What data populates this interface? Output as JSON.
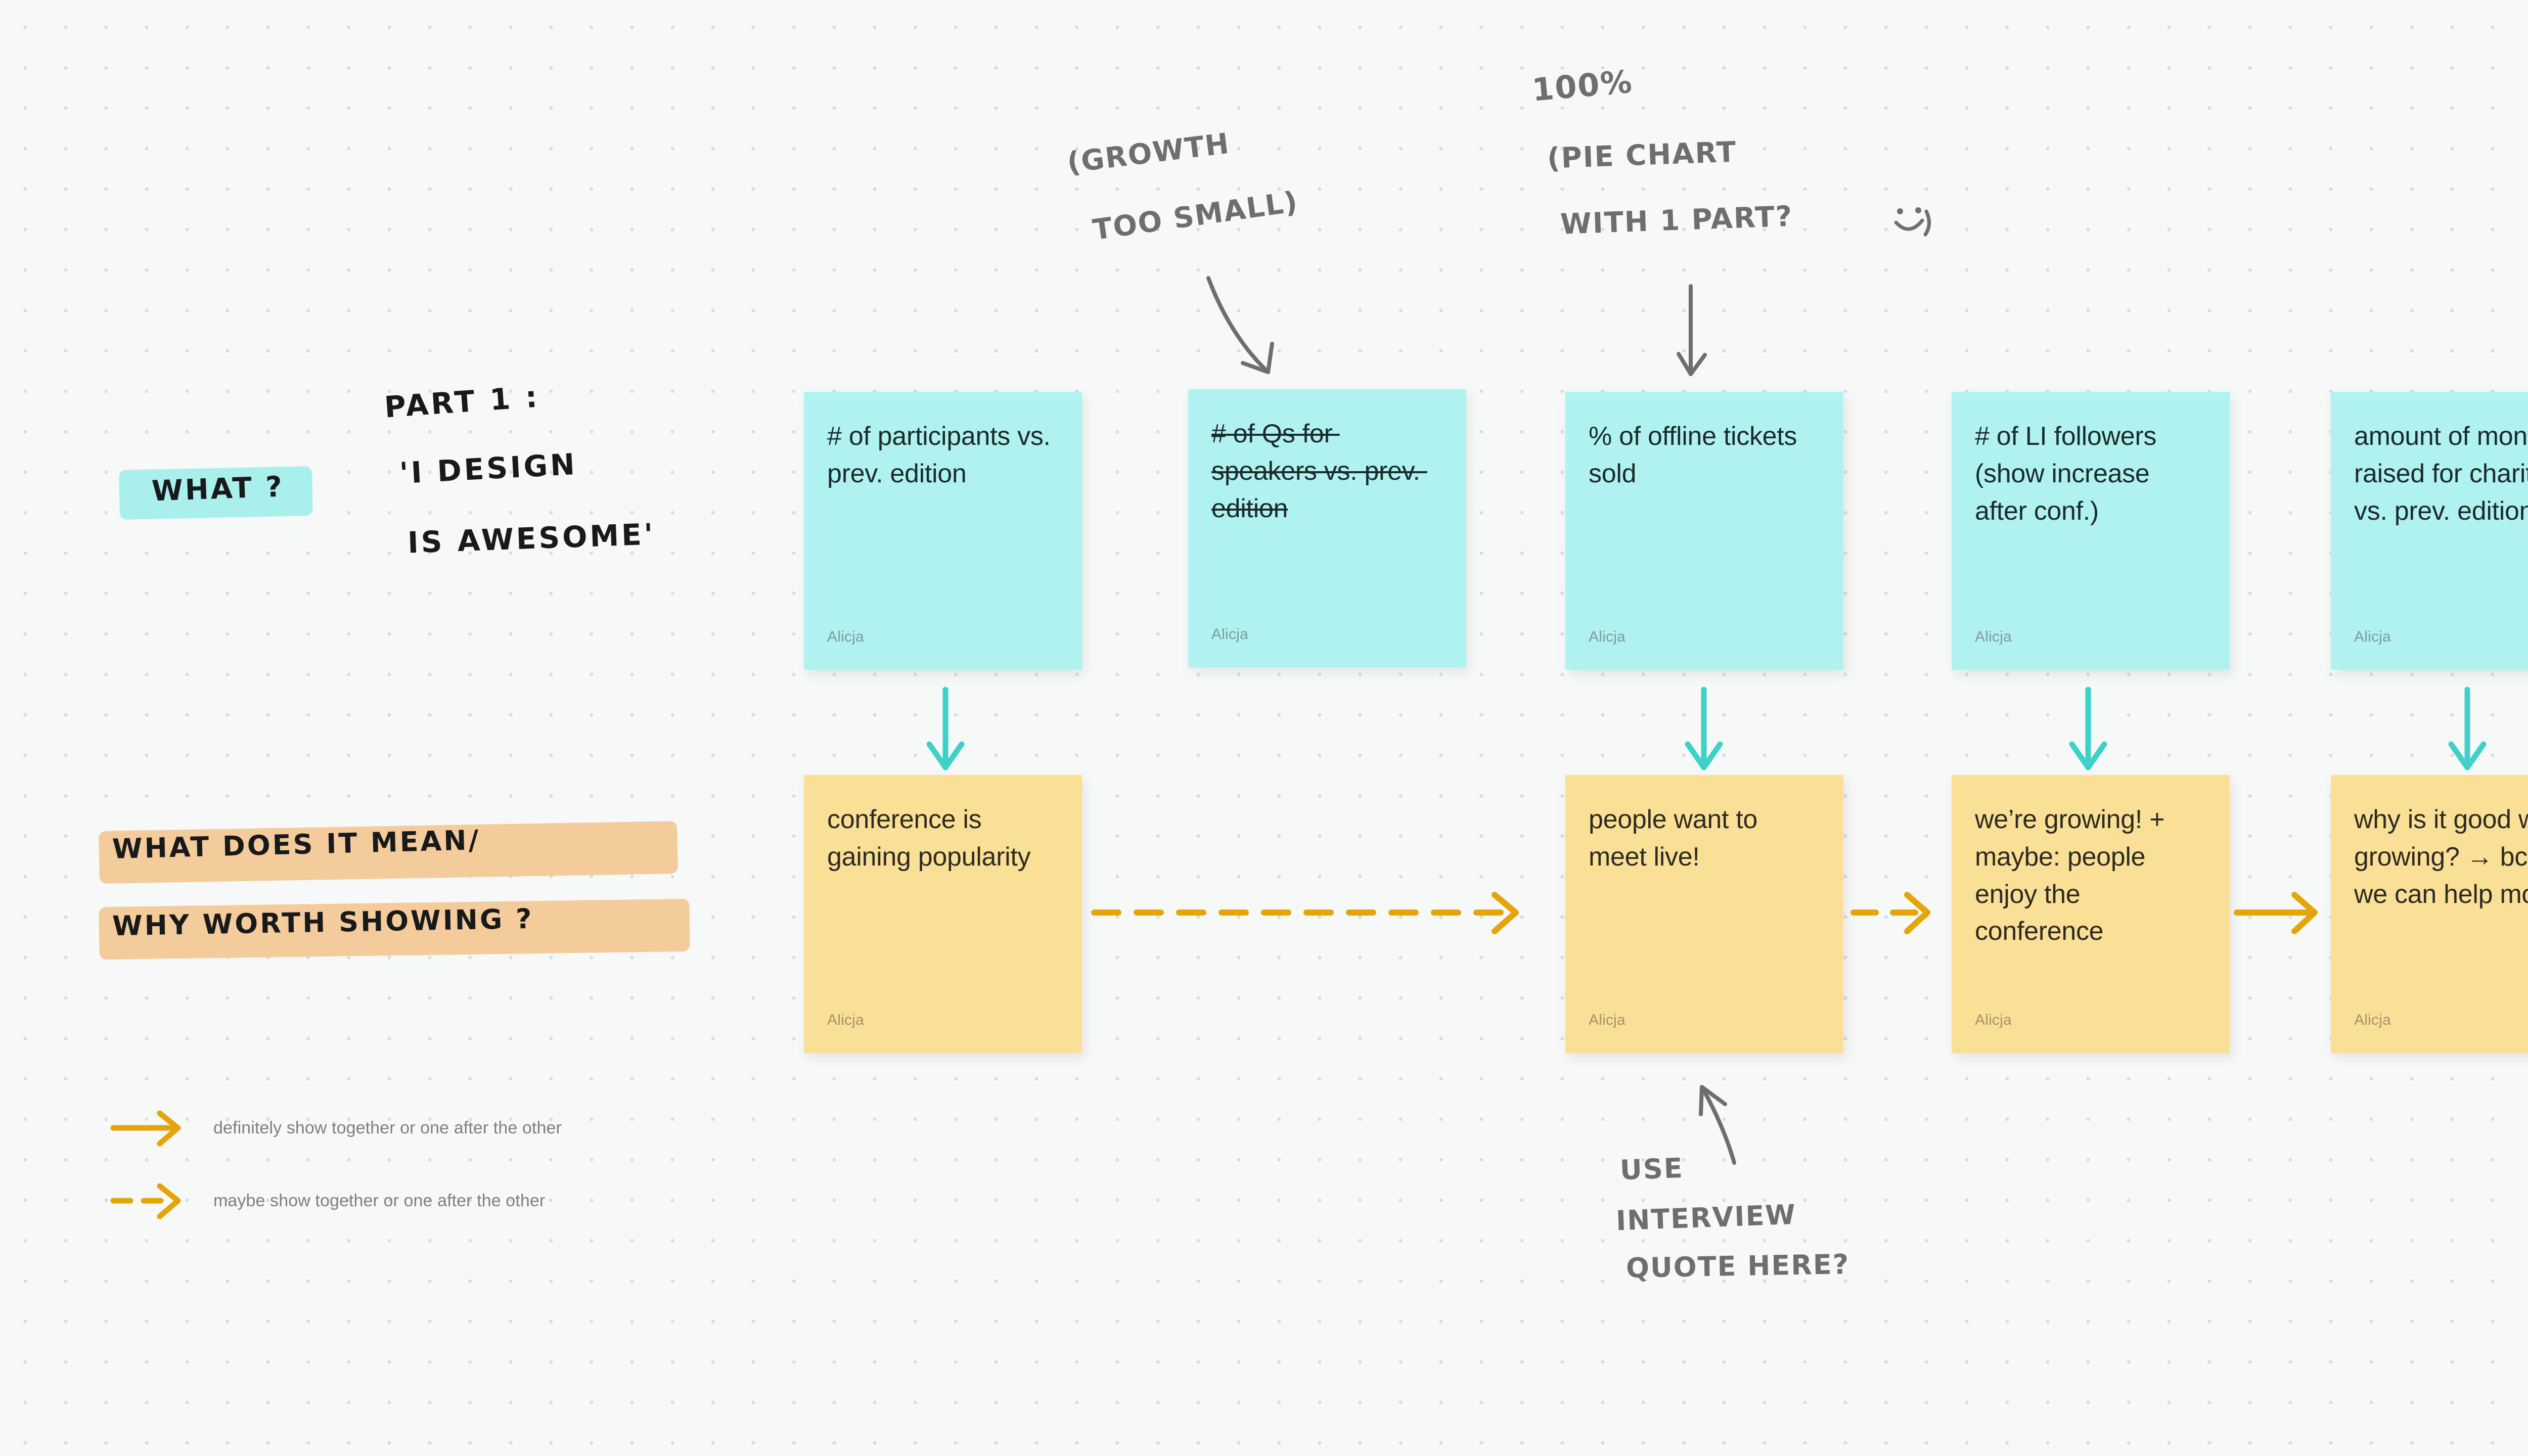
{
  "board": {
    "background_color": "#F7F8F8",
    "dot_color": "#D8DADC"
  },
  "palette": {
    "note_cyan": "#B0F2F0",
    "note_yellow": "#FADF96",
    "arrow_orange": "#E5A50A",
    "arrow_teal": "#3FD1C7",
    "highlight_cyan": "#A9EFEC",
    "highlight_orange": "#F4CB9B",
    "ink_grey": "#6E6E6E",
    "ink_black": "#17191A"
  },
  "headings": {
    "what_label": "WHAT ?",
    "part_line1": "PART 1 :",
    "part_line2": "'I DESIGN",
    "part_line3": "IS AWESOME'",
    "meaning_line1": "WHAT DOES IT MEAN/",
    "meaning_line2": "WHY WORTH SHOWING ?"
  },
  "annotations": [
    {
      "name": "growth-too-small",
      "line1": "(GROWTH",
      "line2": "TOO SMALL)"
    },
    {
      "name": "pie-chart-one-part",
      "line1": "100%",
      "line2": "(PIE CHART",
      "line3": "WITH 1 PART?  ",
      "emoji": ":)"
    },
    {
      "name": "use-interview-quote",
      "line1": "USE",
      "line2": "INTERVIEW",
      "line3": "QUOTE HERE?"
    }
  ],
  "metric_notes": [
    {
      "text": "# of participants vs. prev. edition",
      "author": "Alicja",
      "struck": false
    },
    {
      "text": "# of Qs for speakers vs. prev. edition",
      "author": "Alicja",
      "struck": true
    },
    {
      "text": "% of offline tickets sold",
      "author": "Alicja",
      "struck": false
    },
    {
      "text": "# of LI followers (show increase after conf.)",
      "author": "Alicja",
      "struck": false
    },
    {
      "text": "amount of money raised for charity vs. prev. edition",
      "author": "Alicja",
      "struck": false
    }
  ],
  "meaning_notes": [
    {
      "text": "conference is gaining popularity",
      "author": "Alicja"
    },
    {
      "text": "people want to meet live!",
      "author": "Alicja"
    },
    {
      "text": "we’re growing! + maybe: people enjoy the conference",
      "author": "Alicja"
    },
    {
      "text": "why is it good we’re growing? → bc then we can help more!",
      "author": "Alicja"
    }
  ],
  "legend": [
    {
      "style": "solid",
      "label": "definitely show together or one after the other"
    },
    {
      "style": "dashed",
      "label": "maybe show together or one after the other"
    }
  ]
}
